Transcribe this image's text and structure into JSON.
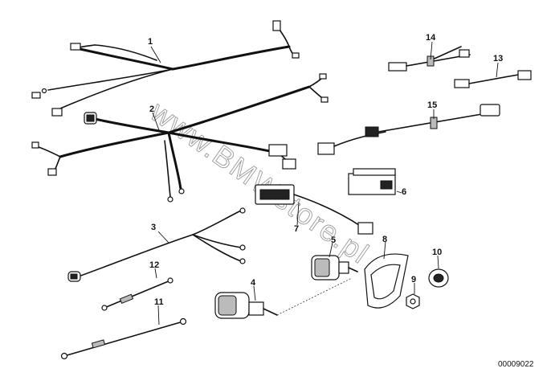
{
  "callouts": {
    "n1": "1",
    "n2": "2",
    "n3": "3",
    "n4": "4",
    "n5": "5",
    "n6": "6",
    "n7": "7",
    "n8": "8",
    "n9": "9",
    "n10": "10",
    "n11": "11",
    "n12": "12",
    "n13": "13",
    "n14": "14",
    "n15": "15"
  },
  "watermark": "www.BMWstore.pl",
  "drawing_number": "00009022"
}
